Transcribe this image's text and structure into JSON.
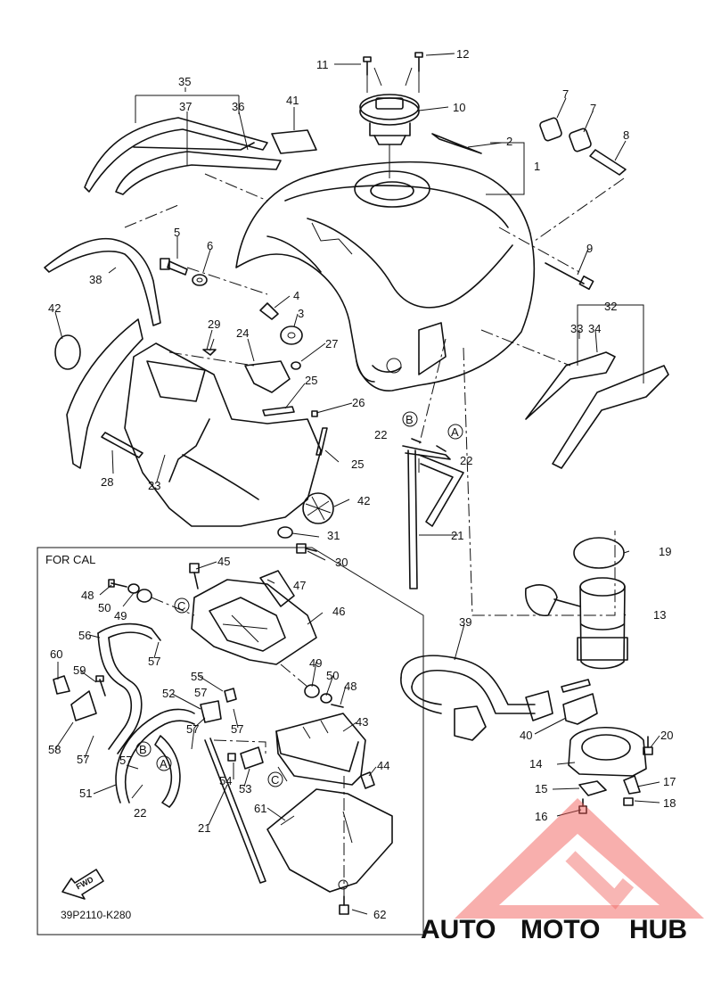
{
  "diagram": {
    "code": "39P2110-K280",
    "inset_label": "FOR CAL",
    "fwd_label": "FWD",
    "watermark": {
      "auto": "AUTO",
      "moto": "MOTO",
      "hub": "HUB",
      "colors": {
        "auto": "#f6b26b",
        "moto": "#f28b82",
        "hub": "#6d6d6d",
        "triangle": "#ef5350"
      }
    },
    "callouts": [
      {
        "id": "c1",
        "text": "1"
      },
      {
        "id": "c2",
        "text": "2"
      },
      {
        "id": "c3",
        "text": "3"
      },
      {
        "id": "c4",
        "text": "4"
      },
      {
        "id": "c5",
        "text": "5"
      },
      {
        "id": "c6",
        "text": "6"
      },
      {
        "id": "c7a",
        "text": "7"
      },
      {
        "id": "c7b",
        "text": "7"
      },
      {
        "id": "c8",
        "text": "8"
      },
      {
        "id": "c9",
        "text": "9"
      },
      {
        "id": "c10",
        "text": "10"
      },
      {
        "id": "c11",
        "text": "11"
      },
      {
        "id": "c12",
        "text": "12"
      },
      {
        "id": "c13",
        "text": "13"
      },
      {
        "id": "c14",
        "text": "14"
      },
      {
        "id": "c15",
        "text": "15"
      },
      {
        "id": "c16",
        "text": "16"
      },
      {
        "id": "c17",
        "text": "17"
      },
      {
        "id": "c18",
        "text": "18"
      },
      {
        "id": "c19",
        "text": "19"
      },
      {
        "id": "c20",
        "text": "20"
      },
      {
        "id": "c21a",
        "text": "21"
      },
      {
        "id": "c21b",
        "text": "21"
      },
      {
        "id": "c22a",
        "text": "22"
      },
      {
        "id": "c22b",
        "text": "22"
      },
      {
        "id": "c22c",
        "text": "22"
      },
      {
        "id": "c23",
        "text": "23"
      },
      {
        "id": "c24",
        "text": "24"
      },
      {
        "id": "c25a",
        "text": "25"
      },
      {
        "id": "c25b",
        "text": "25"
      },
      {
        "id": "c26",
        "text": "26"
      },
      {
        "id": "c27",
        "text": "27"
      },
      {
        "id": "c28",
        "text": "28"
      },
      {
        "id": "c29",
        "text": "29"
      },
      {
        "id": "c30",
        "text": "30"
      },
      {
        "id": "c31",
        "text": "31"
      },
      {
        "id": "c32",
        "text": "32"
      },
      {
        "id": "c33",
        "text": "33"
      },
      {
        "id": "c34",
        "text": "34"
      },
      {
        "id": "c35",
        "text": "35"
      },
      {
        "id": "c36",
        "text": "36"
      },
      {
        "id": "c37",
        "text": "37"
      },
      {
        "id": "c38",
        "text": "38"
      },
      {
        "id": "c39",
        "text": "39"
      },
      {
        "id": "c40",
        "text": "40"
      },
      {
        "id": "c41",
        "text": "41"
      },
      {
        "id": "c42a",
        "text": "42"
      },
      {
        "id": "c42b",
        "text": "42"
      },
      {
        "id": "c43",
        "text": "43"
      },
      {
        "id": "c44",
        "text": "44"
      },
      {
        "id": "c45",
        "text": "45"
      },
      {
        "id": "c46",
        "text": "46"
      },
      {
        "id": "c47",
        "text": "47"
      },
      {
        "id": "c48a",
        "text": "48"
      },
      {
        "id": "c48b",
        "text": "48"
      },
      {
        "id": "c49a",
        "text": "49"
      },
      {
        "id": "c49b",
        "text": "49"
      },
      {
        "id": "c50a",
        "text": "50"
      },
      {
        "id": "c50b",
        "text": "50"
      },
      {
        "id": "c51",
        "text": "51"
      },
      {
        "id": "c52",
        "text": "52"
      },
      {
        "id": "c53",
        "text": "53"
      },
      {
        "id": "c54",
        "text": "54"
      },
      {
        "id": "c55",
        "text": "55"
      },
      {
        "id": "c56",
        "text": "56"
      },
      {
        "id": "c57a",
        "text": "57"
      },
      {
        "id": "c57b",
        "text": "57"
      },
      {
        "id": "c57c",
        "text": "57"
      },
      {
        "id": "c57d",
        "text": "57"
      },
      {
        "id": "c57e",
        "text": "57"
      },
      {
        "id": "c57f",
        "text": "57"
      },
      {
        "id": "c58",
        "text": "58"
      },
      {
        "id": "c59",
        "text": "59"
      },
      {
        "id": "c60",
        "text": "60"
      },
      {
        "id": "c61",
        "text": "61"
      },
      {
        "id": "c62",
        "text": "62"
      }
    ],
    "markers": [
      {
        "id": "mB1",
        "text": "B"
      },
      {
        "id": "mA1",
        "text": "A"
      },
      {
        "id": "mC1",
        "text": "C"
      },
      {
        "id": "mC2",
        "text": "C"
      },
      {
        "id": "mB2",
        "text": "B"
      },
      {
        "id": "mA2",
        "text": "A"
      }
    ]
  }
}
